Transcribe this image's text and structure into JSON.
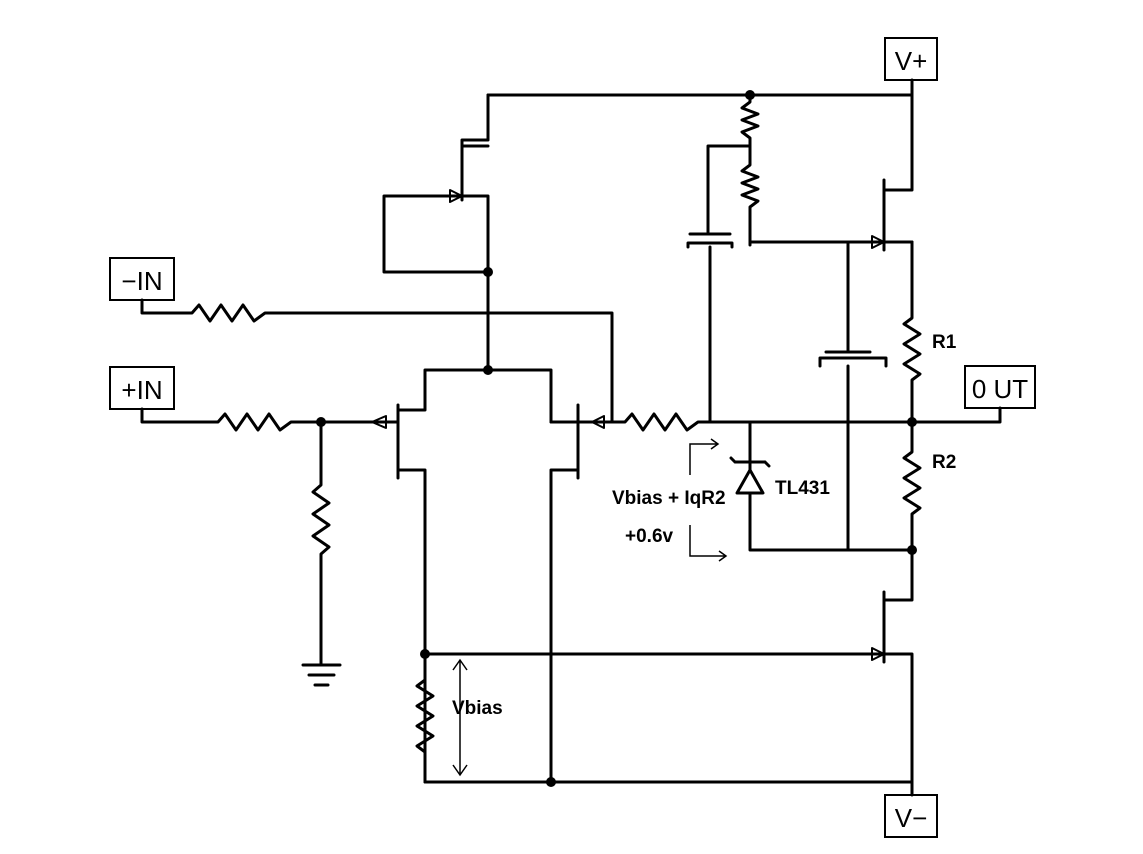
{
  "terminals": {
    "v_plus": "V+",
    "v_minus": "V−",
    "minus_in": "−IN",
    "plus_in": "+IN",
    "out": "0 UT"
  },
  "components": {
    "r1": "R1",
    "r2": "R2",
    "shunt_reg": "TL431"
  },
  "annotations": {
    "vbias": "Vbias",
    "vbias_formula_line1": "Vbias + IqR2",
    "vbias_formula_line2": "+0.6v"
  }
}
